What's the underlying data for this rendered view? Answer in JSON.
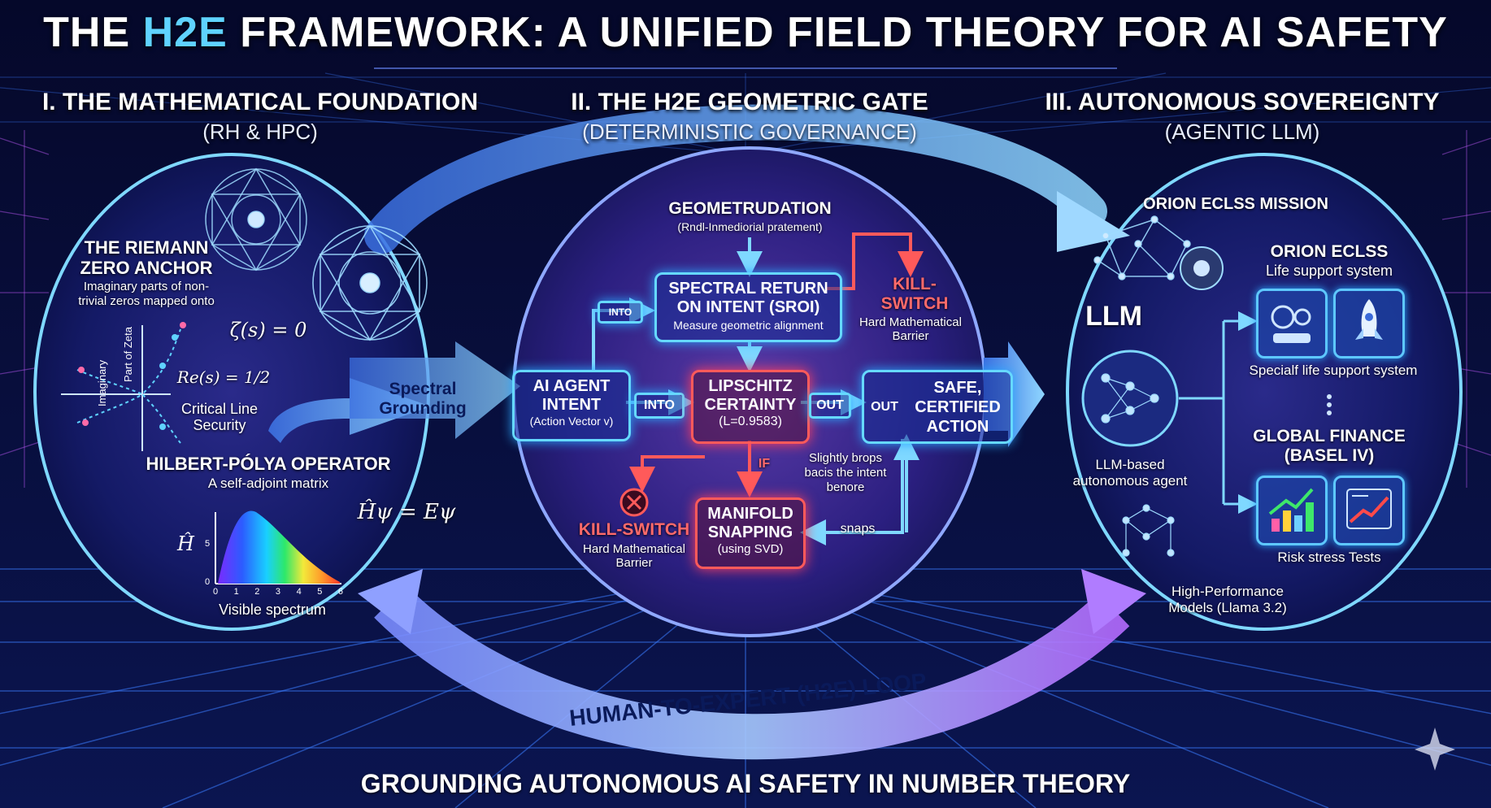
{
  "title": {
    "before": "THE ",
    "highlight": "H2E",
    "after": " FRAMEWORK: A UNIFIED FIELD THEORY FOR AI SAFETY"
  },
  "footer": "GROUNDING AUTONOMOUS AI SAFETY IN NUMBER THEORY",
  "loop_label": "HUMAN-TO-EXPERT (H2E) LOOP",
  "colors": {
    "accent": "#5fd3ff",
    "alert": "#ff5a5a",
    "background": "#060a2e",
    "glow": "#2aa8ff"
  },
  "section1": {
    "heading": "I. THE MATHEMATICAL FOUNDATION",
    "sub": "(RH & HPC)",
    "riemann_title_1": "THE RIEMANN",
    "riemann_title_2": "ZERO ANCHOR",
    "riemann_desc_1": "Imaginary parts of non-",
    "riemann_desc_2": "trivial zeros mapped onto",
    "zeta_eq": "ζ(s) = 0",
    "re_eq": "Re(s) = 1/2",
    "axis_label_y1": "Imaginary",
    "axis_label_y2": "Part of Zeta",
    "critical_1": "Critical Line",
    "critical_2": "Security",
    "grounding_1": "Spectral",
    "grounding_2": "Grounding",
    "hp_title": "HILBERT-PÓLYA OPERATOR",
    "hp_desc": "A self-adjoint matrix",
    "h_eq": "Ĥψ = Eψ",
    "h_axis": "Ĥ",
    "spectrum_label": "Visible spectrum",
    "tick_x": [
      "0",
      "1",
      "2",
      "3",
      "4",
      "5",
      "6"
    ],
    "tick_y": [
      "0",
      "5"
    ]
  },
  "section2": {
    "heading": "II. THE H2E GEOMETRIC GATE",
    "sub": "(DETERMINISTIC GOVERNANCE)",
    "geo_title": "GEOMETRUDATION",
    "geo_sub": "(Rndl-Inmediorial pratement)",
    "sroi_1": "SPECTRAL RETURN",
    "sroi_2": "ON INTENT (SROI)",
    "sroi_desc": "Measure geometric alignment",
    "kill_top_1": "KILL-",
    "kill_top_2": "SWITCH",
    "kill_top_desc_1": "Hard Mathematical",
    "kill_top_desc_2": "Barrier",
    "into_top": "INTO",
    "agent_1": "AI AGENT",
    "agent_2": "INTENT",
    "agent_sub": "(Action Vector v)",
    "into_mid": "INTO",
    "lip_1": "LIPSCHITZ",
    "lip_2": "CERTAINTY",
    "lip_sub": "(L=0.9583)",
    "out_1": "OUT",
    "out_2": "OUT",
    "safe_1": "SAFE,",
    "safe_2": "CERTIFIED",
    "safe_3": "ACTION",
    "if_label": "IF",
    "drops_1": "Slightly brops",
    "drops_2": "bacis the intent",
    "drops_3": "benore",
    "kill_bot": "KILL-SWITCH",
    "kill_bot_desc_1": "Hard Mathematical",
    "kill_bot_desc_2": "Barrier",
    "man_1": "MANIFOLD",
    "man_2": "SNAPPING",
    "man_sub": "(using SVD)",
    "snaps": "snaps"
  },
  "section3": {
    "heading": "III. AUTONOMOUS SOVEREIGNTY",
    "sub": "(AGENTIC LLM)",
    "mission": "ORION ECLSS MISSION",
    "llm": "LLM",
    "llm_desc_1": "LLM-based",
    "llm_desc_2": "autonomous agent",
    "hp_models_1": "High-Performance",
    "hp_models_2": "Models (Llama 3.2)",
    "eclss_title": "ORION ECLSS",
    "eclss_sub": "Life support system",
    "eclss_caption": "Specialf life support system",
    "finance_1": "GLOBAL FINANCE",
    "finance_2": "(BASEL IV)",
    "finance_caption": "Risk stress Tests"
  }
}
